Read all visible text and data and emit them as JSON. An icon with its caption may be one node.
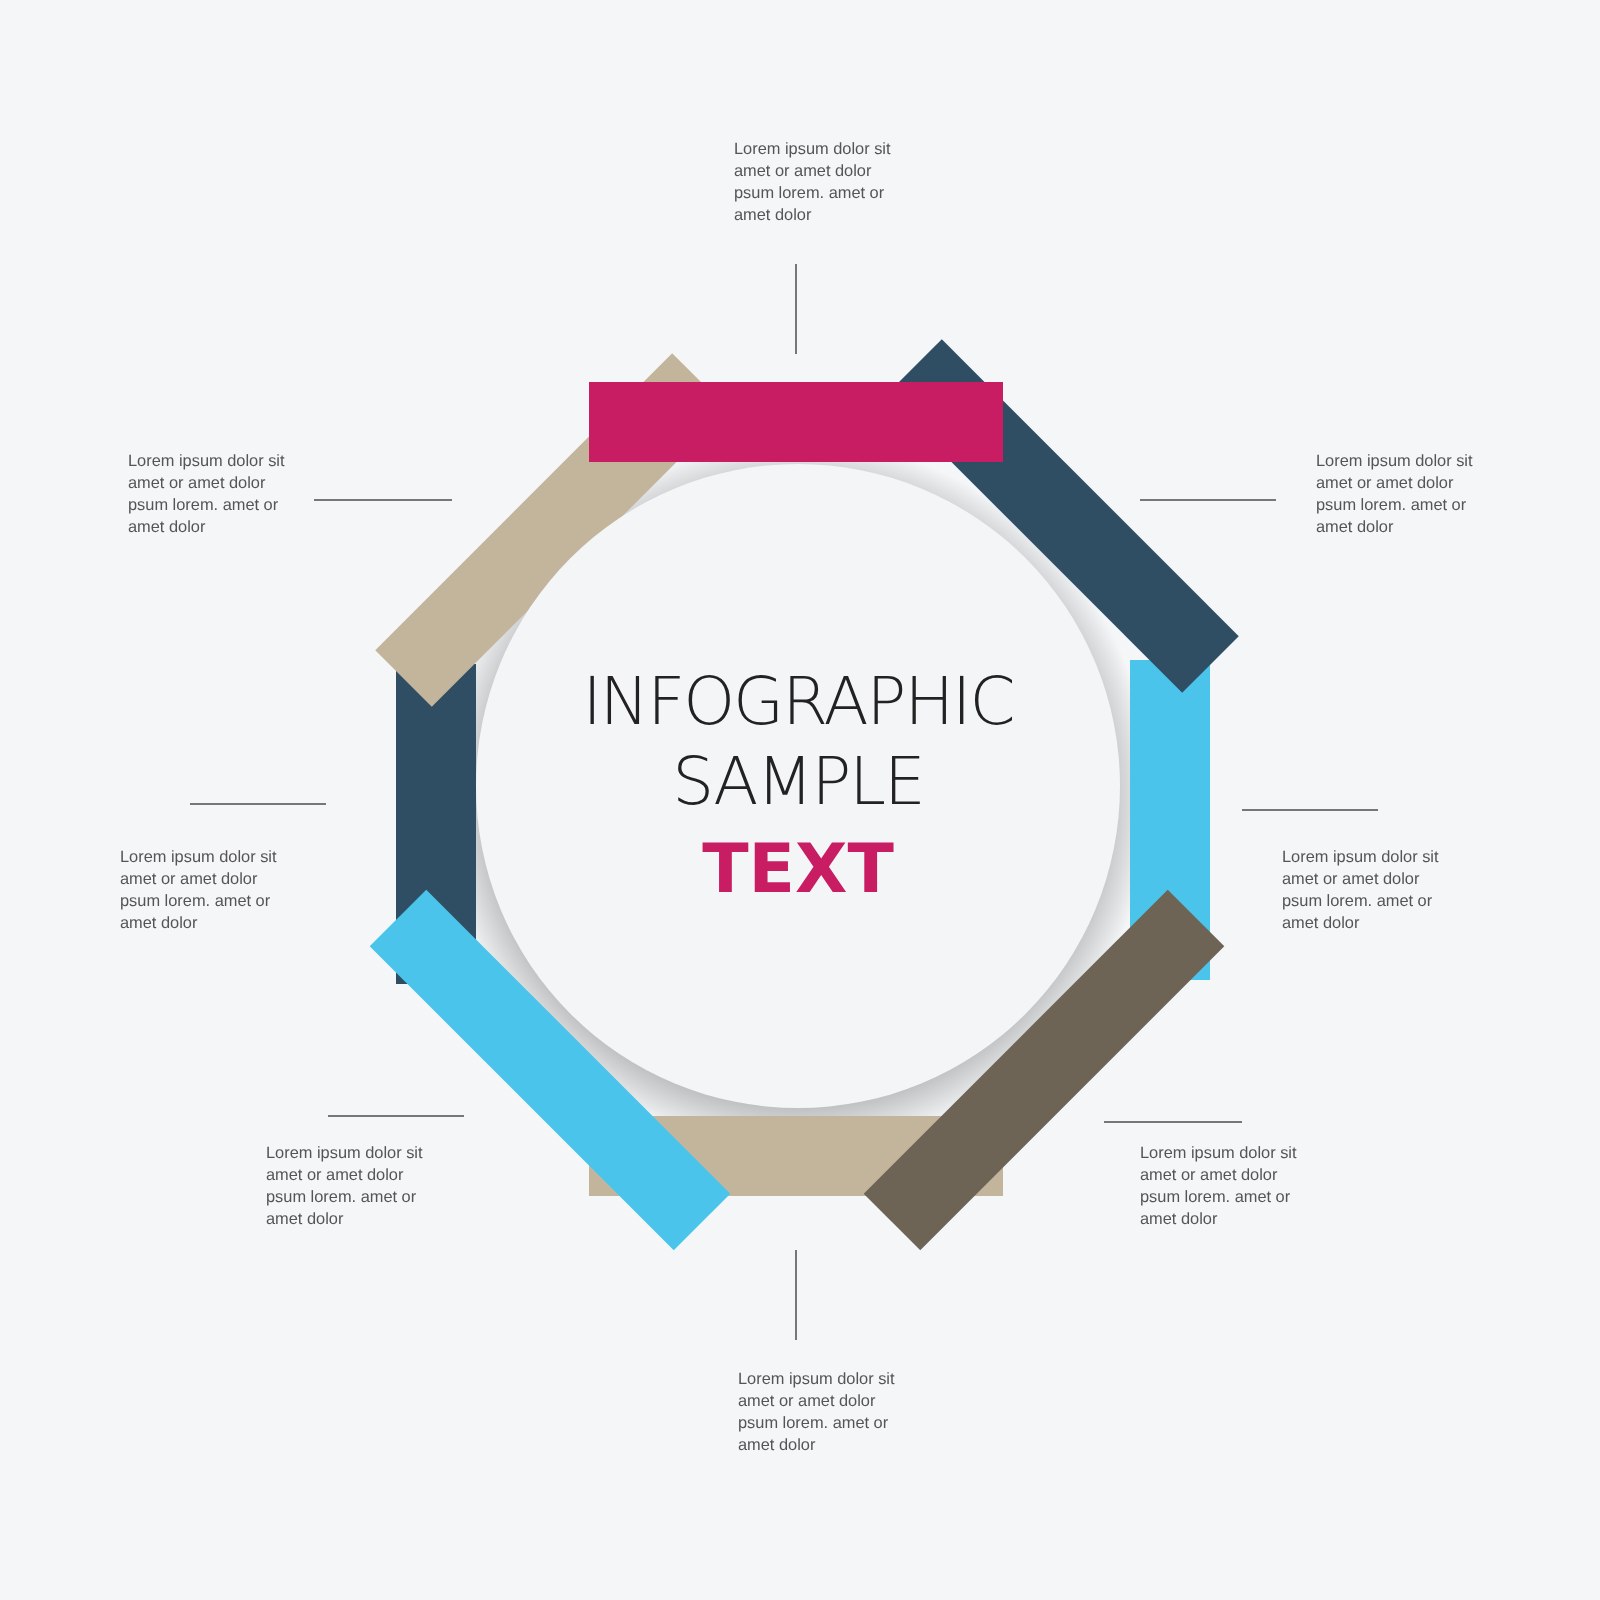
{
  "diagram": {
    "nodes": [
      {
        "text": [
          "INFOGRAPHIC SAMPLE",
          "TEXT"
        ]
      }
    ],
    "labels": [
      "Lorem ipsum dolor sit amet or amet dolor psum lorem. amet or amet dolor",
      "Lorem ipsum dolor sit amet or amet dolor psum lorem. amet or amet dolor",
      "Lorem ipsum dolor sit amet or amet dolor psum lorem. amet or amet dolor",
      "Lorem ipsum dolor sit amet or amet dolor psum lorem. amet or amet dolor",
      "Lorem ipsum dolor sit amet or amet dolor psum lorem. amet or amet dolor",
      "Lorem ipsum dolor sit amet or amet dolor psum lorem. amet or amet dolor",
      "Lorem ipsum dolor sit amet or amet dolor psum lorem. amet or amet dolor",
      "Lorem ipsum dolor sit amet or amet dolor psum lorem. amet or amet dolor"
    ]
  }
}
